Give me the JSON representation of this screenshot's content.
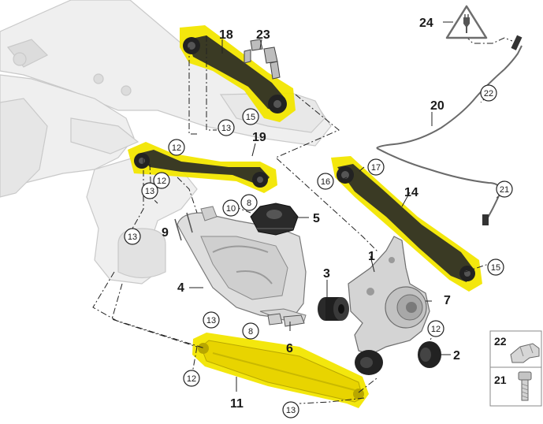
{
  "diagram": {
    "callouts": [
      "1",
      "2",
      "3",
      "4",
      "5",
      "6",
      "7",
      "8",
      "9",
      "11",
      "14",
      "18",
      "19",
      "20",
      "23",
      "24"
    ],
    "circled_refs": [
      "8",
      "8",
      "10",
      "12",
      "12",
      "12",
      "12",
      "13",
      "13",
      "13",
      "13",
      "13",
      "15",
      "15",
      "16",
      "17",
      "21",
      "22"
    ],
    "legend": {
      "top_number": "22",
      "bottom_number": "21"
    },
    "colors": {
      "highlight": "#f2e600",
      "arm": "#3a3a24",
      "bushing": "#1c1c1c",
      "subframe": "#ececec",
      "leader": "#222222"
    },
    "icons": [
      "warning-electrical-icon",
      "clip-icon",
      "bolt-icon"
    ]
  }
}
